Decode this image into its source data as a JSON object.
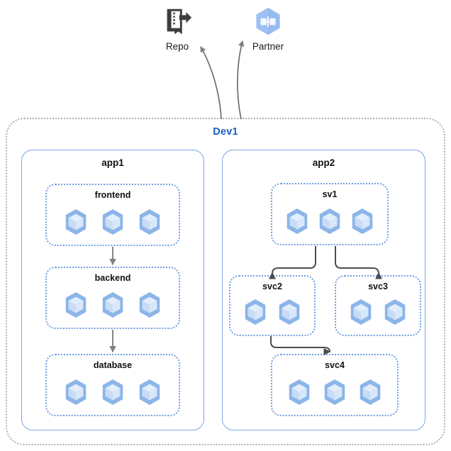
{
  "diagram": {
    "title": "Dev1",
    "colors": {
      "cluster_border": "#b0b0b0",
      "cluster_label": "#1a5fc8",
      "app_border": "#7aa6e0",
      "service_border": "#6f9fe0",
      "pod_fill": "#8cb5e8",
      "pod_face_light": "#d5e4f8",
      "pod_face_mid": "#c3d9f4",
      "arrow_dark": "#4d4d4d",
      "arrow_grey": "#808080",
      "partner_icon": "#9ec1f3",
      "repo_icon": "#3c3c3c"
    },
    "external_nodes": [
      {
        "id": "repo",
        "label": "Repo",
        "icon": "repo-icon"
      },
      {
        "id": "partner",
        "label": "Partner",
        "icon": "partner-hexagon-icon"
      }
    ],
    "cluster": {
      "label": "Dev1",
      "apps": [
        {
          "id": "app1",
          "label": "app1",
          "services": [
            {
              "id": "frontend",
              "label": "frontend",
              "pods": 3
            },
            {
              "id": "backend",
              "label": "backend",
              "pods": 3
            },
            {
              "id": "database",
              "label": "database",
              "pods": 3
            }
          ]
        },
        {
          "id": "app2",
          "label": "app2",
          "services": [
            {
              "id": "sv1",
              "label": "sv1",
              "pods": 3
            },
            {
              "id": "svc2",
              "label": "svc2",
              "pods": 2
            },
            {
              "id": "svc3",
              "label": "svc3",
              "pods": 2
            },
            {
              "id": "svc4",
              "label": "svc4",
              "pods": 3
            }
          ]
        }
      ]
    },
    "edges": [
      {
        "id": "frontend-to-backend",
        "from": "frontend",
        "to": "backend",
        "style": "straight"
      },
      {
        "id": "backend-to-database",
        "from": "backend",
        "to": "database",
        "style": "straight"
      },
      {
        "id": "sv1-to-svc2",
        "from": "sv1",
        "to": "svc2",
        "style": "elbow"
      },
      {
        "id": "sv1-to-svc3",
        "from": "sv1",
        "to": "svc3",
        "style": "elbow"
      },
      {
        "id": "svc2-to-svc4",
        "from": "svc2",
        "to": "svc4",
        "style": "elbow"
      },
      {
        "id": "dev1-to-repo",
        "from": "Dev1",
        "to": "Repo",
        "style": "curve"
      },
      {
        "id": "dev1-to-partner",
        "from": "Dev1",
        "to": "Partner",
        "style": "curve"
      }
    ]
  }
}
